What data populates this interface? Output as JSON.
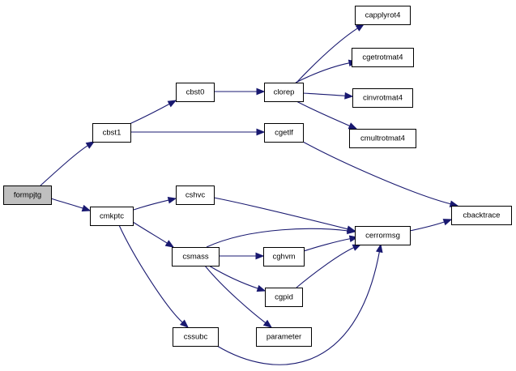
{
  "graph": {
    "nodes": [
      {
        "id": "formpjtg",
        "label": "formpjtg",
        "root": true
      },
      {
        "id": "cbst1",
        "label": "cbst1"
      },
      {
        "id": "cmkptc",
        "label": "cmkptc"
      },
      {
        "id": "cbst0",
        "label": "cbst0"
      },
      {
        "id": "clorep",
        "label": "clorep"
      },
      {
        "id": "capplyrot4",
        "label": "capplyrot4"
      },
      {
        "id": "cgetrotmat4",
        "label": "cgetrotmat4"
      },
      {
        "id": "cinvrotmat4",
        "label": "cinvrotmat4"
      },
      {
        "id": "cmultrotmat4",
        "label": "cmultrotmat4"
      },
      {
        "id": "cgetlf",
        "label": "cgetlf"
      },
      {
        "id": "cbacktrace",
        "label": "cbacktrace"
      },
      {
        "id": "cshvc",
        "label": "cshvc"
      },
      {
        "id": "csmass",
        "label": "csmass"
      },
      {
        "id": "cssubc",
        "label": "cssubc"
      },
      {
        "id": "cerrormsg",
        "label": "cerrormsg"
      },
      {
        "id": "cghvm",
        "label": "cghvm"
      },
      {
        "id": "cgpid",
        "label": "cgpid"
      },
      {
        "id": "parameter",
        "label": "parameter"
      }
    ],
    "edges": [
      {
        "from": "formpjtg",
        "to": "cbst1"
      },
      {
        "from": "formpjtg",
        "to": "cmkptc"
      },
      {
        "from": "cbst1",
        "to": "cbst0"
      },
      {
        "from": "cbst1",
        "to": "cgetlf"
      },
      {
        "from": "cbst0",
        "to": "clorep"
      },
      {
        "from": "clorep",
        "to": "capplyrot4"
      },
      {
        "from": "clorep",
        "to": "cgetrotmat4"
      },
      {
        "from": "clorep",
        "to": "cinvrotmat4"
      },
      {
        "from": "clorep",
        "to": "cmultrotmat4"
      },
      {
        "from": "cgetlf",
        "to": "cbacktrace"
      },
      {
        "from": "cmkptc",
        "to": "cshvc"
      },
      {
        "from": "cmkptc",
        "to": "csmass"
      },
      {
        "from": "cmkptc",
        "to": "cssubc"
      },
      {
        "from": "cshvc",
        "to": "cerrormsg"
      },
      {
        "from": "csmass",
        "to": "cerrormsg"
      },
      {
        "from": "csmass",
        "to": "cghvm"
      },
      {
        "from": "csmass",
        "to": "cgpid"
      },
      {
        "from": "csmass",
        "to": "parameter"
      },
      {
        "from": "cghvm",
        "to": "cerrormsg"
      },
      {
        "from": "cgpid",
        "to": "cerrormsg"
      },
      {
        "from": "cssubc",
        "to": "cerrormsg"
      },
      {
        "from": "cerrormsg",
        "to": "cbacktrace"
      }
    ],
    "colors": {
      "edge": "#191970",
      "root_fill": "#bfbfbf",
      "node_fill": "#ffffff",
      "node_border": "#000000"
    }
  }
}
